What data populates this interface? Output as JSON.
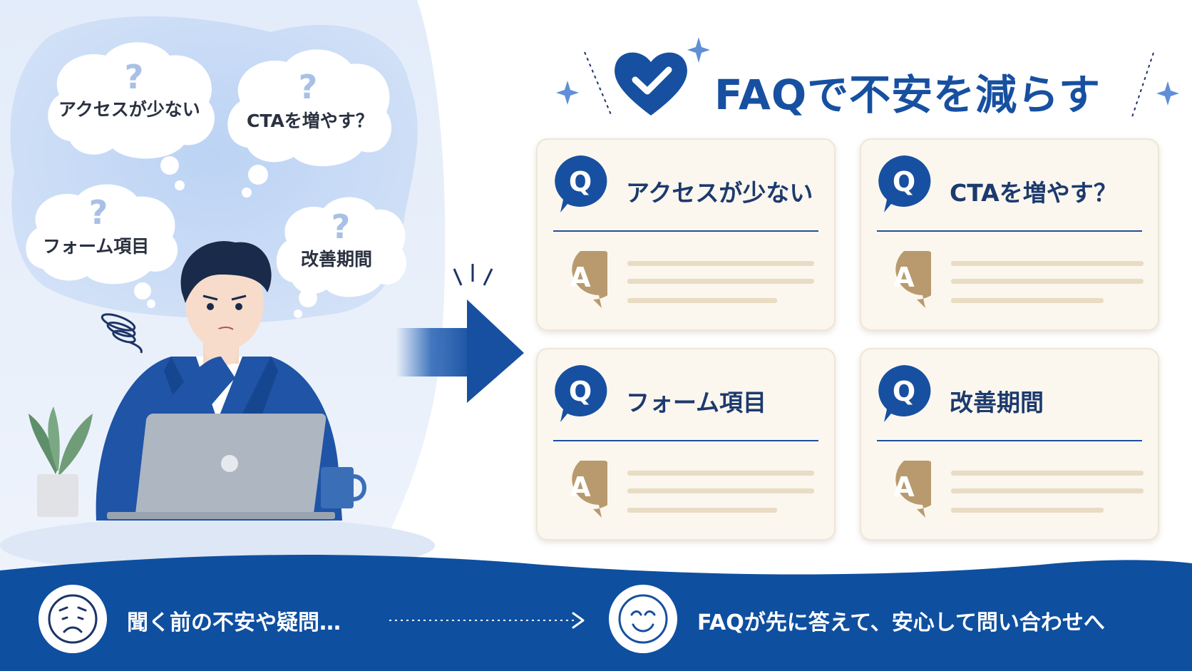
{
  "header": {
    "title": "FAQで不安を減らす"
  },
  "thought_bubbles": [
    {
      "label": "アクセスが少ない"
    },
    {
      "label": "CTAを増やす？"
    },
    {
      "label": "フォーム項目"
    },
    {
      "label": "改善期間"
    }
  ],
  "faq_cards": [
    {
      "q_mark": "Q",
      "question": "アクセスが少ない",
      "a_mark": "A"
    },
    {
      "q_mark": "Q",
      "question": "CTAを増やす？",
      "a_mark": "A"
    },
    {
      "q_mark": "Q",
      "question": "フォーム項目",
      "a_mark": "A"
    },
    {
      "q_mark": "Q",
      "question": "改善期間",
      "a_mark": "A"
    }
  ],
  "footer": {
    "before_text": "聞く前の不安や疑問…",
    "after_text": "FAQが先に答えて、安心して問い合わせへ"
  },
  "icons": {
    "heart": "heart-check-icon",
    "sad": "worried-face-icon",
    "happy": "smiling-face-icon",
    "arrow": "big-right-arrow-icon",
    "sparkle": "sparkle-icon"
  },
  "colors": {
    "primary_blue": "#1750a0",
    "navy_text": "#1d3a6e",
    "card_bg": "#fbf7ef",
    "answer_gold": "#b89a6e",
    "footer_blue": "#0e4fa0"
  }
}
